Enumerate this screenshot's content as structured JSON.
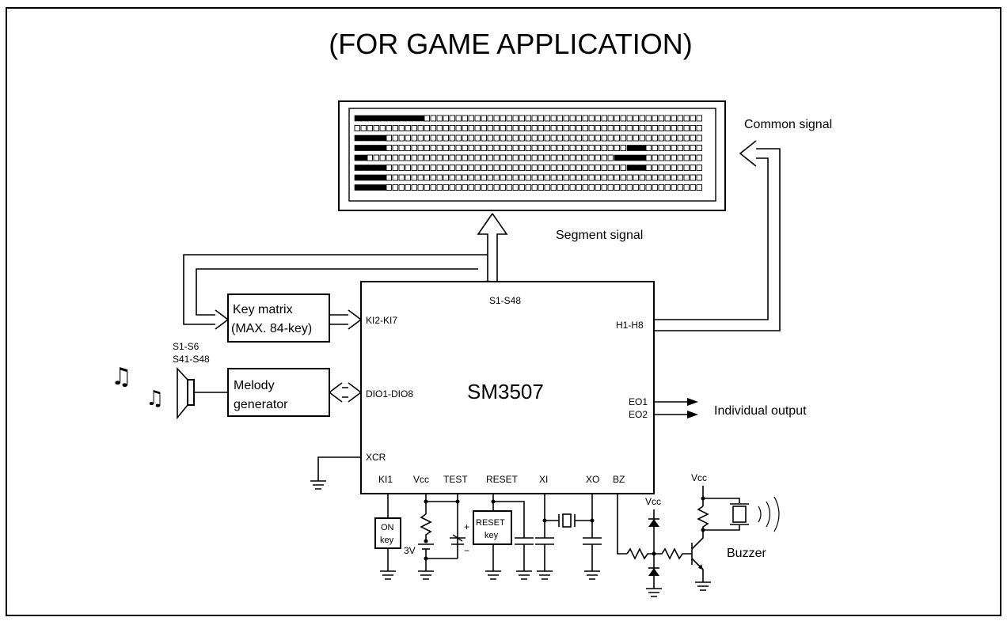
{
  "title": "(FOR GAME APPLICATION)",
  "chip": {
    "name": "SM3507",
    "pins": {
      "segment": "S1-S48",
      "key_in": "KI2-KI7",
      "common": "H1-H8",
      "dio": "DIO1-DIO8",
      "eo1": "EO1",
      "eo2": "EO2",
      "xcr": "XCR",
      "ki1": "KI1",
      "vcc": "Vcc",
      "test": "TEST",
      "reset": "RESET",
      "xi": "XI",
      "xo": "XO",
      "bz": "BZ"
    }
  },
  "labels": {
    "common_signal": "Common signal",
    "segment_signal": "Segment signal",
    "key_matrix_line1": "Key matrix",
    "key_matrix_line2": "(MAX. 84-key)",
    "scan_line1": "S1-S6",
    "scan_line2": "S41-S48",
    "melody_line1": "Melody",
    "melody_line2": "generator",
    "individual_output": "Individual output",
    "on_key_line1": "ON",
    "on_key_line2": "key",
    "reset_key_line1": "RESET",
    "reset_key_line2": "key",
    "battery": "3V",
    "plus": "+",
    "minus": "−",
    "vcc_bias": "Vcc",
    "vcc_buzzer": "Vcc",
    "buzzer": "Buzzer"
  },
  "display": {
    "rows": 8,
    "columns": 55,
    "lit_segments": [
      {
        "row": 0,
        "from": 0,
        "to": 10
      },
      {
        "row": 2,
        "from": 0,
        "to": 4
      },
      {
        "row": 3,
        "from": 0,
        "to": 4
      },
      {
        "row": 3,
        "from": 43,
        "to": 45
      },
      {
        "row": 4,
        "from": 0,
        "to": 1
      },
      {
        "row": 4,
        "from": 41,
        "to": 45
      },
      {
        "row": 5,
        "from": 0,
        "to": 4
      },
      {
        "row": 5,
        "from": 43,
        "to": 45
      },
      {
        "row": 6,
        "from": 0,
        "to": 4
      },
      {
        "row": 7,
        "from": 0,
        "to": 4
      }
    ]
  }
}
